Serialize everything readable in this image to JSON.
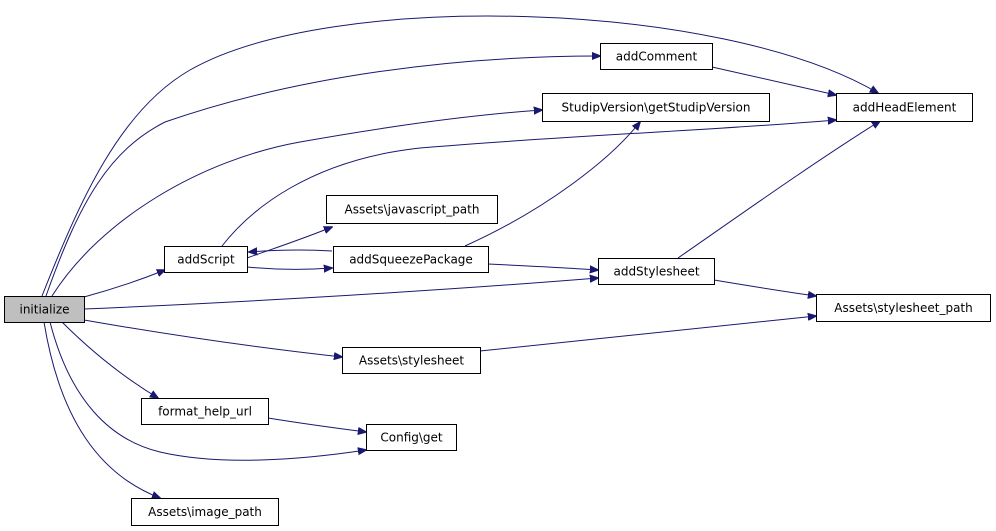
{
  "graph": {
    "nodes": {
      "initialize": "initialize",
      "addComment": "addComment",
      "addHeadElement": "addHeadElement",
      "getStudipVersion": "StudipVersion\\getStudipVersion",
      "javascriptPath": "Assets\\javascript_path",
      "addScript": "addScript",
      "addSqueezePackage": "addSqueezePackage",
      "addStylesheet": "addStylesheet",
      "stylesheetPath": "Assets\\stylesheet_path",
      "stylesheet": "Assets\\stylesheet",
      "formatHelpUrl": "format_help_url",
      "configGet": "Config\\get",
      "imagePath": "Assets\\image_path"
    },
    "colors": {
      "edge": "#191970",
      "root_fill": "#bfbfbf",
      "node_fill": "#ffffff",
      "node_border": "#000000"
    }
  }
}
